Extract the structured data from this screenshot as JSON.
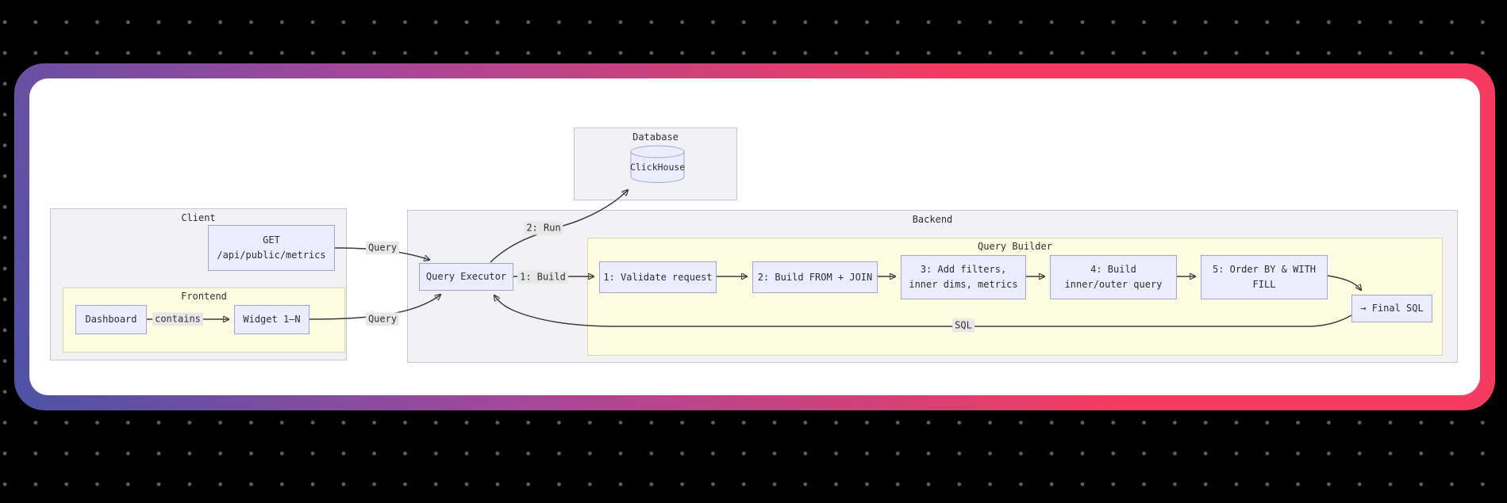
{
  "canvas": {
    "background": "#000000",
    "dot_color": "#5e5e64"
  },
  "card": {
    "gradient_from": "#4d53a6",
    "gradient_mid": "#a2489b",
    "gradient_to": "#f63b60",
    "inner_background": "#ffffff"
  },
  "diagram": {
    "clusters": {
      "database": {
        "title": "Database"
      },
      "client": {
        "title": "Client"
      },
      "frontend": {
        "title": "Frontend"
      },
      "backend": {
        "title": "Backend"
      },
      "query_builder": {
        "title": "Query Builder"
      }
    },
    "nodes": {
      "clickhouse": {
        "label": "ClickHouse"
      },
      "get": {
        "line1": "GET",
        "line2": "/api/public/metrics"
      },
      "dashboard": {
        "label": "Dashboard"
      },
      "widget": {
        "label": "Widget 1–N"
      },
      "query_executor": {
        "label": "Query Executor"
      },
      "step1": {
        "label": "1: Validate request"
      },
      "step2": {
        "label": "2: Build FROM + JOIN"
      },
      "step3": {
        "line1": "3: Add filters,",
        "line2": "inner dims, metrics"
      },
      "step4": {
        "line1": "4: Build",
        "line2": "inner/outer query"
      },
      "step5": {
        "line1": "5: Order BY & WITH",
        "line2": "FILL"
      },
      "final_sql": {
        "label": "→ Final SQL"
      }
    },
    "edge_labels": {
      "contains": "contains",
      "query_get": "Query",
      "query_widget": "Query",
      "run": "2: Run",
      "build": "1: Build",
      "sql": "SQL"
    },
    "colors": {
      "node_fill": "#ececff",
      "node_border": "#a6a3d4",
      "cluster_fill": "#f2f2f5",
      "cluster_border": "#c6c6ce",
      "yellow_fill": "#fdfde1",
      "yellow_border": "#d8d8ae",
      "edge": "#3b3b40",
      "label_bg": "#e8e8e8",
      "text": "#2f2f33"
    }
  }
}
